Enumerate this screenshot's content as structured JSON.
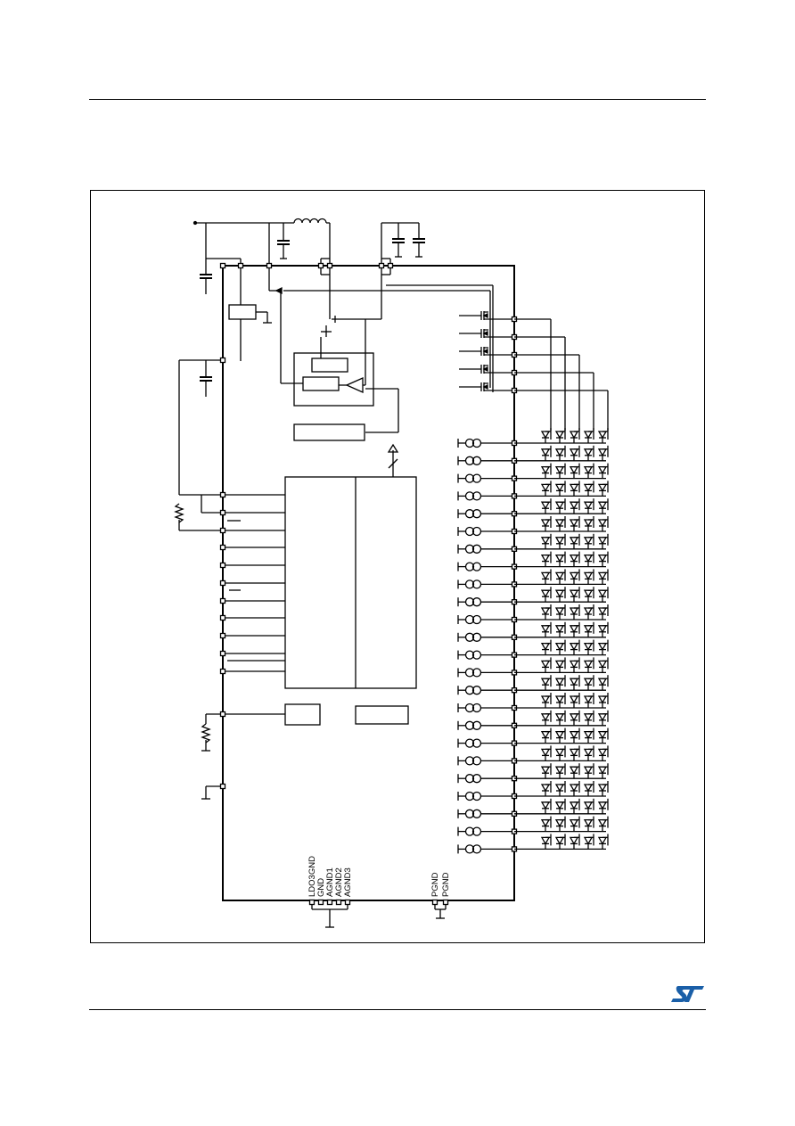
{
  "figure": {
    "ground_pins": {
      "left_group": [
        "LDO3GND",
        "GND",
        "AGND1",
        "AGND2",
        "AGND3"
      ],
      "right_group": [
        "PGND",
        "PGND"
      ]
    },
    "led_matrix": {
      "rows": 24,
      "columns": 5
    },
    "current_sinks": 24,
    "row_switches": 5
  },
  "brand": {
    "logo": "st-logo",
    "color": "#1a5fa8"
  }
}
